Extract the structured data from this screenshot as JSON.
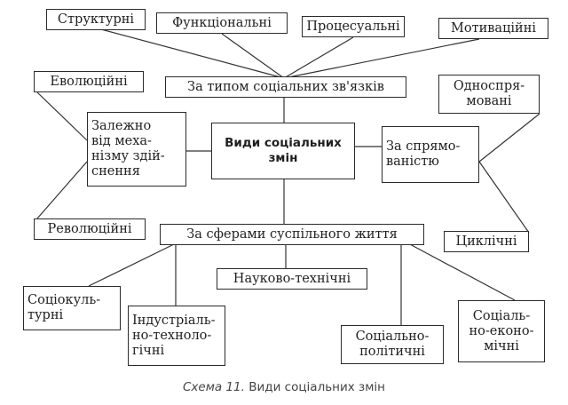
{
  "diagram": {
    "center": "Види соціальних\nзмін",
    "by_connections": {
      "label": "За типом соціальних зв'язків",
      "items": [
        "Структурні",
        "Функціональні",
        "Процесуальні",
        "Мотиваційні"
      ]
    },
    "by_mechanism": {
      "label": "Залежно\nвід меха-\nнізму здій-\nснення",
      "items": [
        "Еволюційні",
        "Революційні"
      ]
    },
    "by_direction": {
      "label": "За спрямо-\nваністю",
      "items": [
        "Односпря-\nмовані",
        "Циклічні"
      ]
    },
    "by_spheres": {
      "label": "За сферами суспільного життя",
      "items": [
        "Соціокуль-\nтурні",
        "Індустріаль-\nно-техноло-\nгічні",
        "Науково-технічні",
        "Соціально-\nполітичні",
        "Соціаль-\nно-еконо-\nмічні"
      ]
    }
  },
  "caption": {
    "number": "Схема 11.",
    "title": "Види соціальних змін"
  }
}
